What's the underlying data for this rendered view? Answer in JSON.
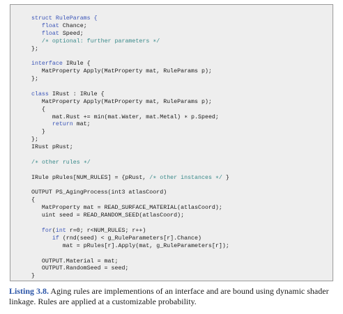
{
  "listing": {
    "lines": [
      [
        {
          "t": "struct RuleParams {",
          "c": "kw"
        }
      ],
      [
        {
          "t": "   float",
          "c": "kw"
        },
        {
          "t": " Chance;",
          "c": ""
        }
      ],
      [
        {
          "t": "   float",
          "c": "kw"
        },
        {
          "t": " Speed;",
          "c": ""
        }
      ],
      [
        {
          "t": "   /∗ optional: further parameters ∗/",
          "c": "cm"
        }
      ],
      [
        {
          "t": "};",
          "c": ""
        }
      ],
      [],
      [
        {
          "t": "interface",
          "c": "kw"
        },
        {
          "t": " IRule {",
          "c": ""
        }
      ],
      [
        {
          "t": "   MatProperty Apply(MatProperty mat, RuleParams p);",
          "c": ""
        }
      ],
      [
        {
          "t": "};",
          "c": ""
        }
      ],
      [],
      [
        {
          "t": "class",
          "c": "kw"
        },
        {
          "t": " IRust : IRule {",
          "c": ""
        }
      ],
      [
        {
          "t": "   MatProperty Apply(MatProperty mat, RuleParams p);",
          "c": ""
        }
      ],
      [
        {
          "t": "   {",
          "c": ""
        }
      ],
      [
        {
          "t": "      mat.Rust += min(mat.Water, mat.Metal) ∗ p.Speed;",
          "c": ""
        }
      ],
      [
        {
          "t": "      return",
          "c": "kw"
        },
        {
          "t": " mat;",
          "c": ""
        }
      ],
      [
        {
          "t": "   }",
          "c": ""
        }
      ],
      [
        {
          "t": "};",
          "c": ""
        }
      ],
      [
        {
          "t": "IRust pRust;",
          "c": ""
        }
      ],
      [],
      [
        {
          "t": "/∗ other rules ∗/",
          "c": "cm"
        }
      ],
      [],
      [
        {
          "t": "IRule pRules[NUM_RULES] = {pRust, ",
          "c": ""
        },
        {
          "t": "/∗ other instances ∗/",
          "c": "cm"
        },
        {
          "t": " }",
          "c": ""
        }
      ],
      [],
      [
        {
          "t": "OUTPUT PS_AgingProcess(int3 atlasCoord)",
          "c": ""
        }
      ],
      [
        {
          "t": "{",
          "c": ""
        }
      ],
      [
        {
          "t": "   MatProperty mat = READ_SURFACE_MATERIAL(atlasCoord);",
          "c": ""
        }
      ],
      [
        {
          "t": "   uint seed = READ_RANDOM_SEED(atlasCoord);",
          "c": ""
        }
      ],
      [],
      [
        {
          "t": "   for",
          "c": "kw"
        },
        {
          "t": "(",
          "c": ""
        },
        {
          "t": "int",
          "c": "kw"
        },
        {
          "t": " r=0; r<NUM_RULES; r++)",
          "c": ""
        }
      ],
      [
        {
          "t": "      if",
          "c": "kw"
        },
        {
          "t": " (rnd(seed) < g_RuleParameters[r].Chance)",
          "c": ""
        }
      ],
      [
        {
          "t": "         mat = pRules[r].Apply(mat, g_RuleParameters[r]);",
          "c": ""
        }
      ],
      [],
      [
        {
          "t": "   OUTPUT.Material = mat;",
          "c": ""
        }
      ],
      [
        {
          "t": "   OUTPUT.RandomSeed = seed;",
          "c": ""
        }
      ],
      [
        {
          "t": "}",
          "c": ""
        }
      ]
    ]
  },
  "caption": {
    "label": "Listing 3.8.",
    "text": " Aging rules are implementions of an interface and are bound using dynamic shader linkage. Rules are applied at a customizable probability."
  },
  "colors": {
    "keyword": "#3b55b8",
    "comment": "#3a8a8a",
    "caption_label": "#2d56a8",
    "code_background": "#eeeeee"
  }
}
